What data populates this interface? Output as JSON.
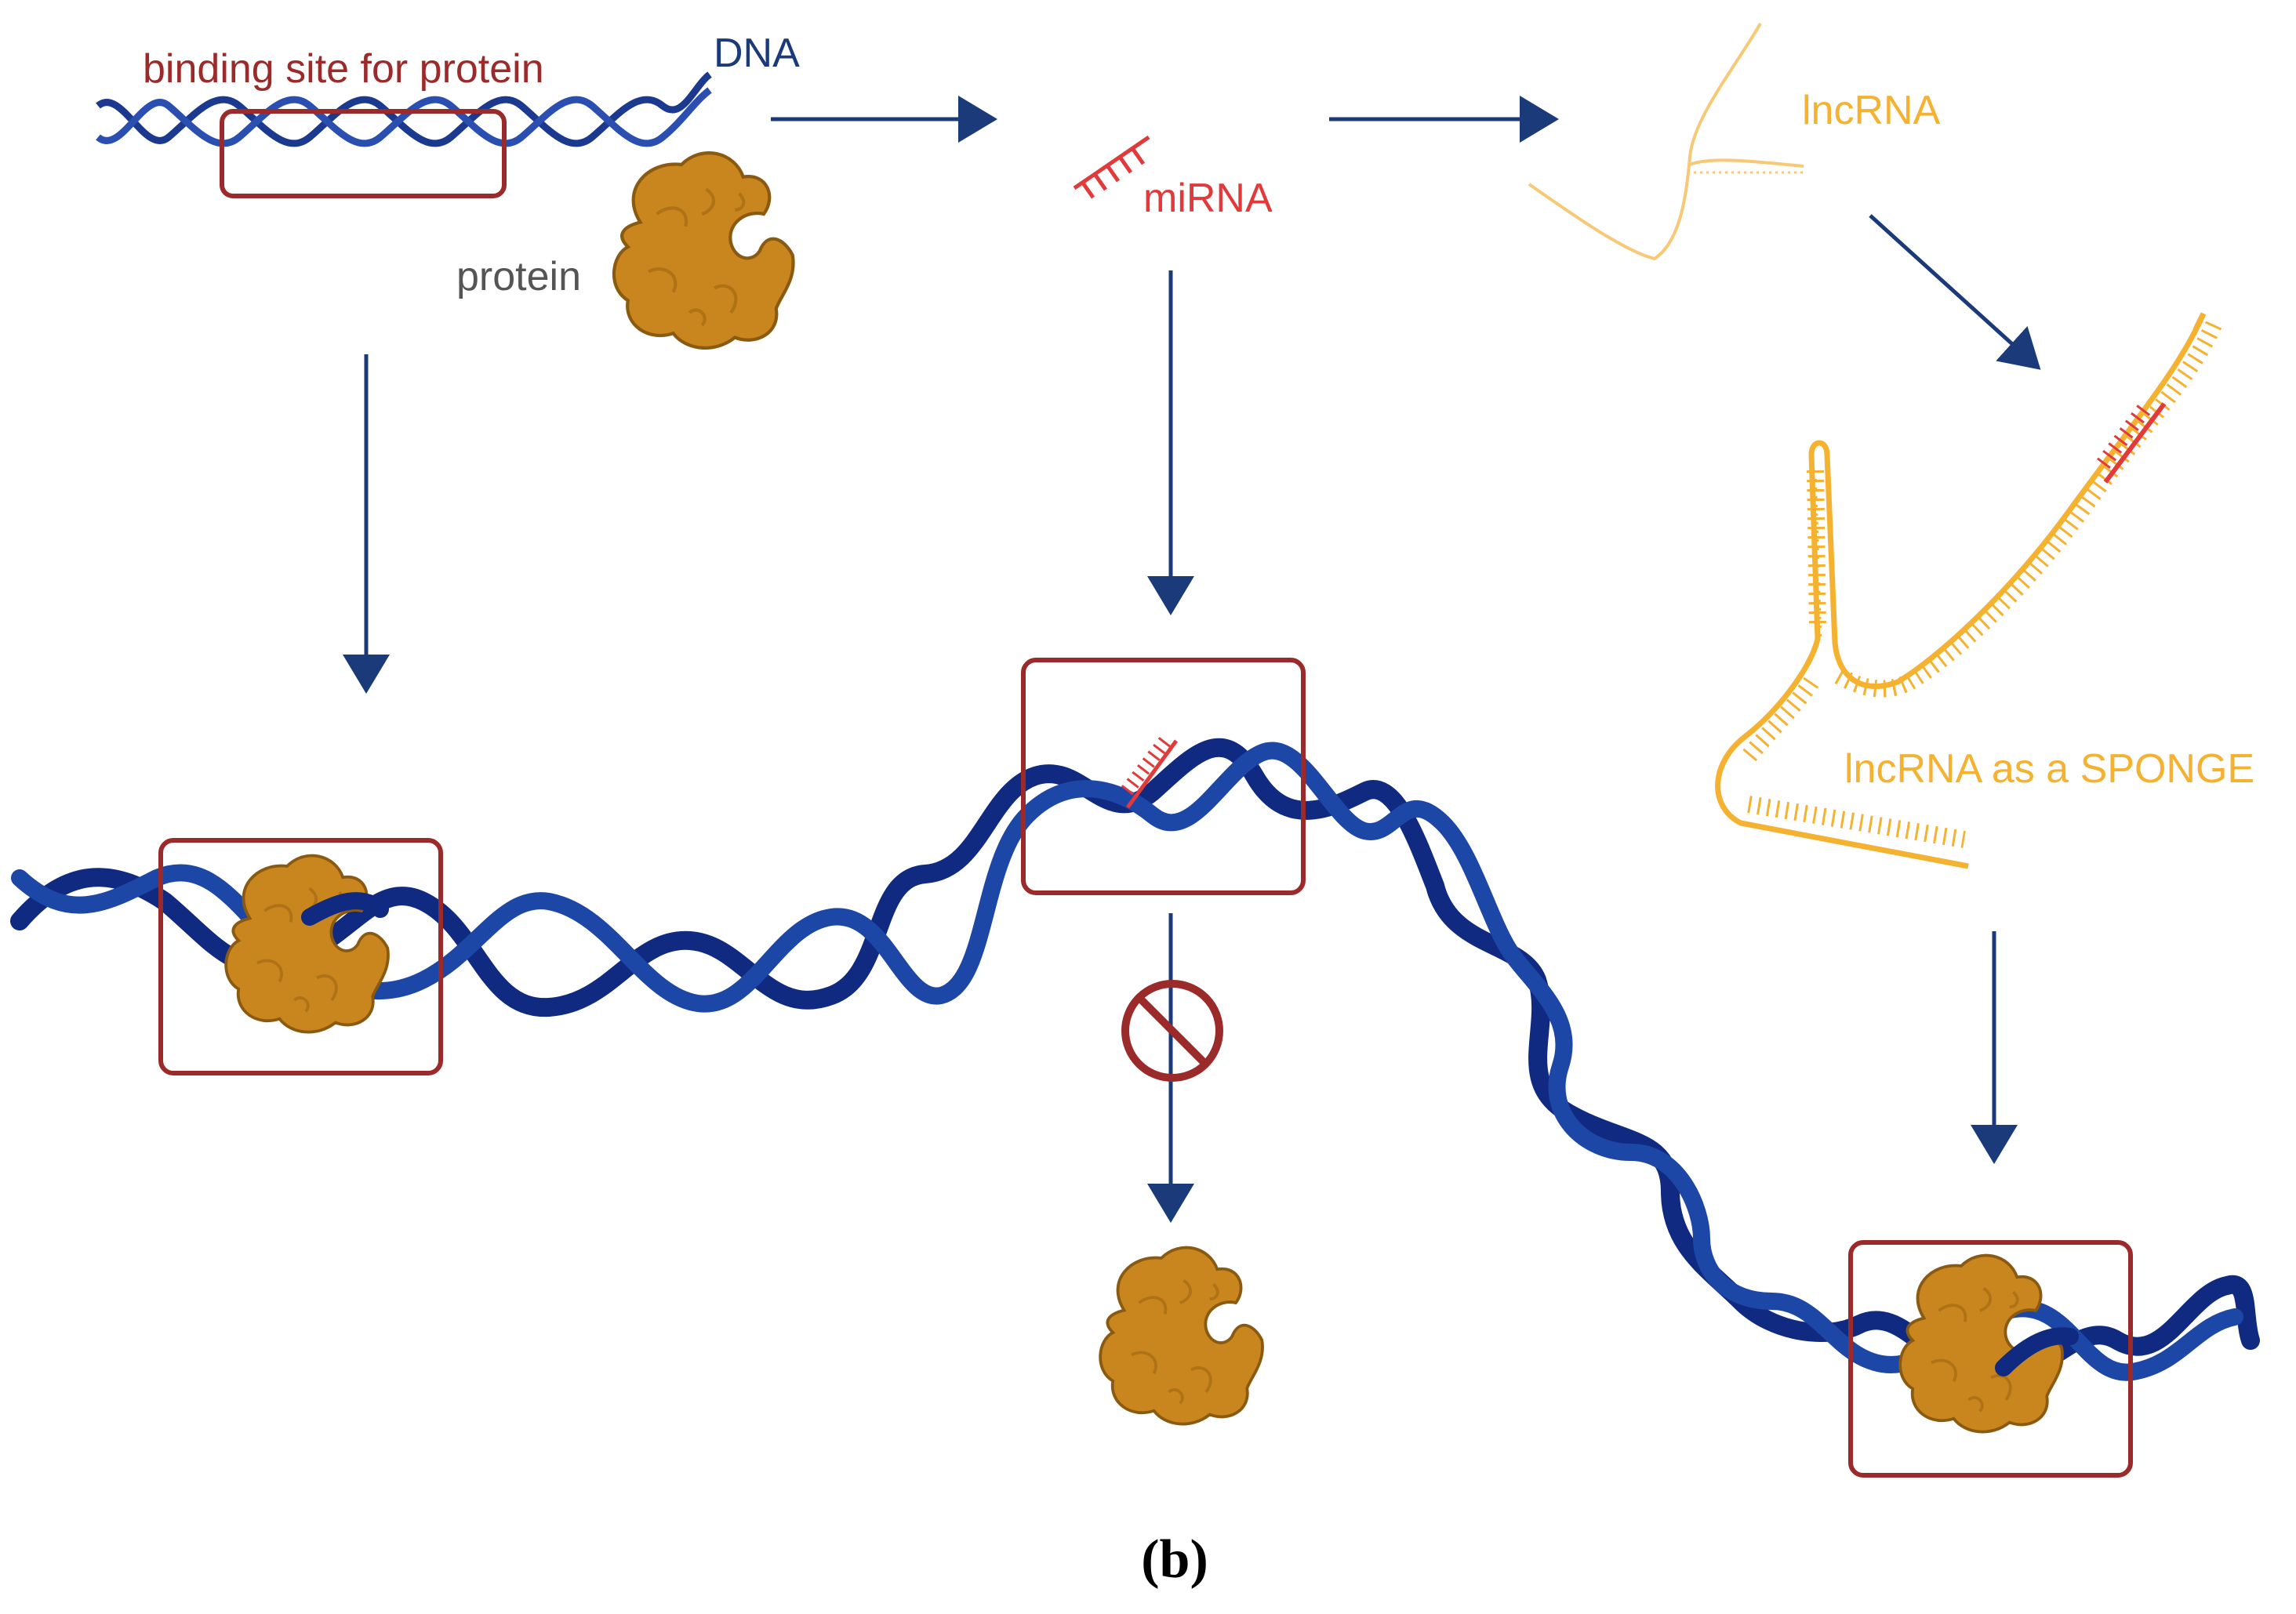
{
  "labels": {
    "binding_site": "binding site for protein",
    "dna": "DNA",
    "protein": "protein",
    "mirna": "miRNA",
    "lncrna": "lncRNA",
    "sponge": "lncRNA as a SPONGE"
  },
  "caption": "(b)",
  "colors": {
    "dna": "#1b3a8f",
    "arrow": "#1b3a7a",
    "box": "#9b2a2a",
    "protein": "#c9861e",
    "protein_stroke": "#8a5a10",
    "mirna": "#e23a3a",
    "lncrna": "#f5b130",
    "lncrna_light": "#f7c977",
    "label_dark": "#555555",
    "label_dna": "#1b3a7a",
    "binding_label": "#9b2a2a"
  },
  "icons": {
    "inhibit": "no-entry-icon",
    "protein": "protein-blob-icon"
  }
}
